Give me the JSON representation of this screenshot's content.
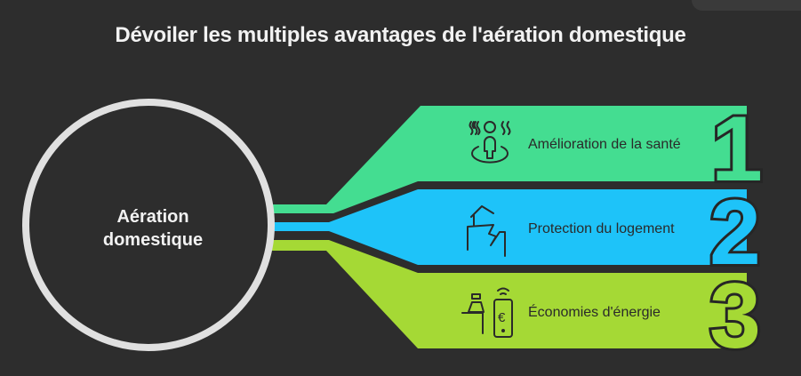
{
  "title": "Dévoiler les multiples avantages de l'aération domestique",
  "center": {
    "line1": "Aération",
    "line2": "domestique"
  },
  "items": [
    {
      "number": "1",
      "label": "Amélioration de la santé",
      "icon": "person-health-icon",
      "color": "#44dd91"
    },
    {
      "number": "2",
      "label": "Protection du logement",
      "icon": "house-damage-icon",
      "color": "#1ec3f9"
    },
    {
      "number": "3",
      "label": "Économies d'énergie",
      "icon": "smartphone-euro-savings-icon",
      "color": "#a5d935"
    }
  ],
  "colors": {
    "background": "#2d2d2d",
    "circle": "#e0e0e0"
  }
}
